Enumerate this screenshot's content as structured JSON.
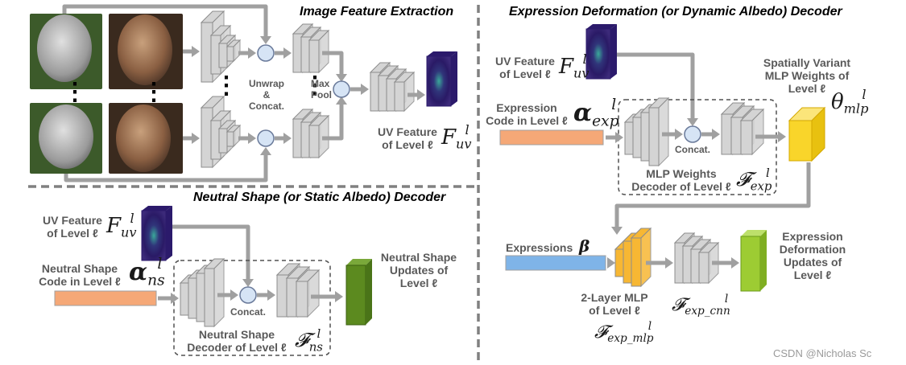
{
  "sections": {
    "feature_extraction": "Image Feature Extraction",
    "expression_decoder": "Expression Deformation (or Dynamic Albedo) Decoder",
    "neutral_decoder": "Neutral Shape (or Static Albedo) Decoder"
  },
  "labels": {
    "unwrap_concat": [
      "Unwrap",
      "&",
      "Concat."
    ],
    "max_pool": [
      "Max",
      "Pool"
    ],
    "uv_feature_top": [
      "UV Feature",
      "of Level ℓ"
    ],
    "uv_feature_exp": [
      "UV Feature",
      "of Level ℓ"
    ],
    "uv_feature_neutral": [
      "UV Feature",
      "of Level ℓ"
    ],
    "expression_code": [
      "Expression",
      "Code in Level ℓ"
    ],
    "spatially_variant": [
      "Spatially Variant",
      "MLP Weights of",
      "Level ℓ"
    ],
    "concat_exp": "Concat.",
    "mlp_weights_decoder": [
      "MLP Weights",
      "Decoder of Level ℓ"
    ],
    "expressions": "Expressions",
    "two_layer_mlp": [
      "2-Layer MLP",
      "of Level ℓ"
    ],
    "expression_updates": [
      "Expression",
      "Deformation",
      "Updates of",
      "Level ℓ"
    ],
    "neutral_code": [
      "Neutral Shape",
      "Code in Level ℓ"
    ],
    "concat_neutral": "Concat.",
    "neutral_decoder_box": [
      "Neutral Shape",
      "Decoder of Level ℓ"
    ],
    "neutral_updates": [
      "Neutral Shape",
      "Updates of",
      "Level ℓ"
    ]
  },
  "math": {
    "F_uv": {
      "base": "F",
      "sup": "l",
      "sub": "uv"
    },
    "alpha_exp": {
      "base": "α",
      "sup": "l",
      "sub": "exp"
    },
    "theta_mlp": {
      "base": "θ",
      "sup": "l",
      "sub": "mlp"
    },
    "F_exp": {
      "base": "𝓕",
      "sup": "l",
      "sub": "exp"
    },
    "beta": {
      "base": "β"
    },
    "F_exp_mlp": {
      "base": "𝓕",
      "sup": "l",
      "sub": "exp_mlp"
    },
    "F_exp_cnn": {
      "base": "𝓕",
      "sup": "l",
      "sub": "exp_cnn"
    },
    "alpha_ns": {
      "base": "α",
      "sup": "l",
      "sub": "ns"
    },
    "F_ns": {
      "base": "𝓕",
      "sup": "l",
      "sub": "ns"
    }
  },
  "watermark": "CSDN @Nicholas Sc",
  "colors": {
    "arrow": "#a0a0a0",
    "layer_fill": "#d4d4d4",
    "layer_stroke": "#8c8c8c",
    "circle_fill": "#d6e4f5",
    "code_orange": "#f5a877",
    "code_blue": "#7fb4e8",
    "theta_yellow": "#f9d52a",
    "mlp_orange": "#f7b733",
    "update_green_light": "#9dcc33",
    "update_green_dark": "#5c8a1f",
    "uv_map": "#2b1a6b",
    "divider": "#808080"
  }
}
